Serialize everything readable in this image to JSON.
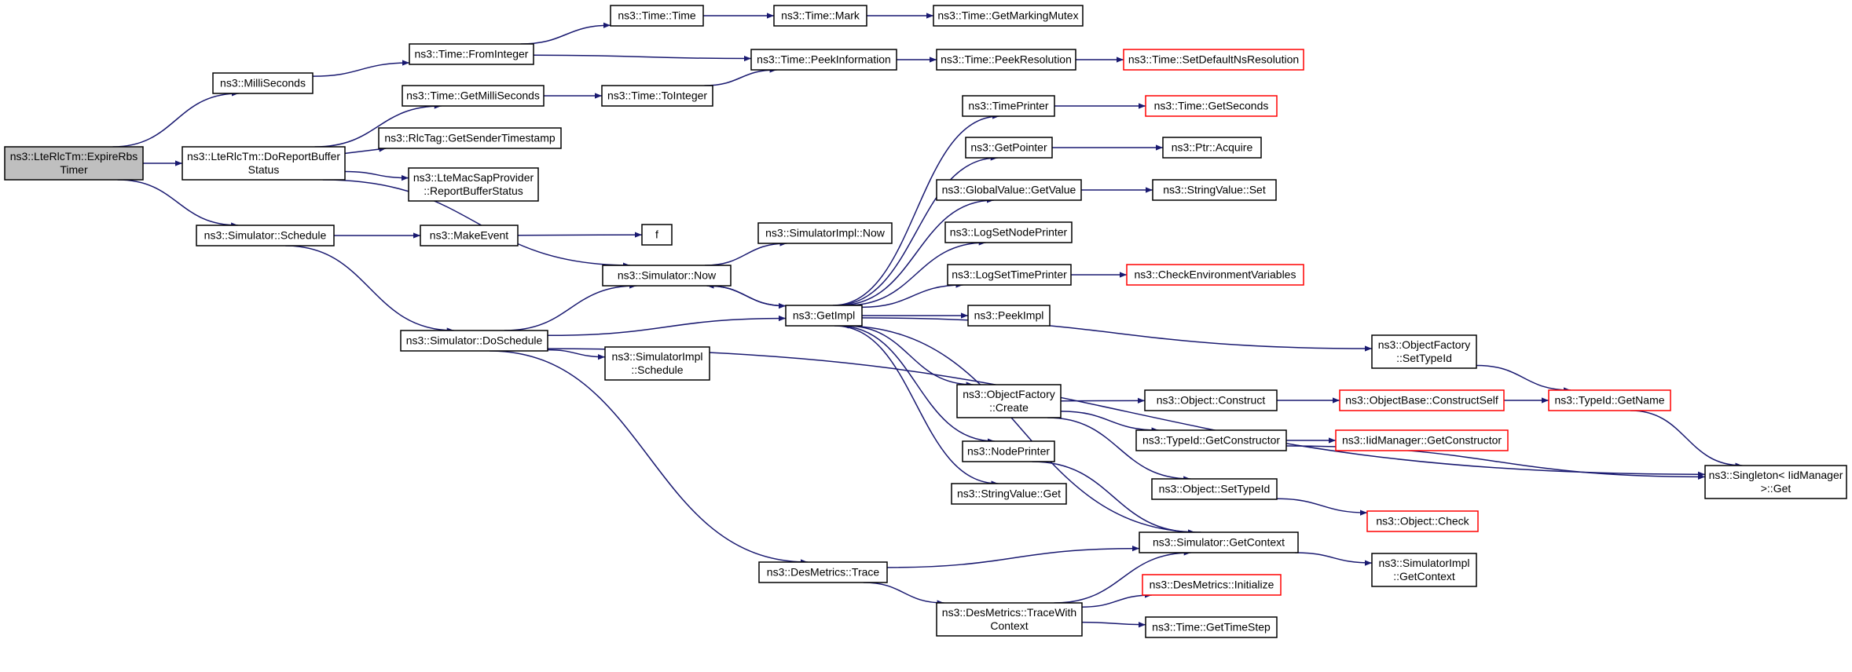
{
  "graph": {
    "nodes": [
      {
        "id": "expire",
        "lines": [
          "ns3::LteRlcTm::ExpireRbs",
          "Timer"
        ],
        "style": "root"
      },
      {
        "id": "milliseconds",
        "lines": [
          "ns3::MilliSeconds"
        ],
        "style": "normal"
      },
      {
        "id": "dorep",
        "lines": [
          "ns3::LteRlcTm::DoReportBuffer",
          "Status"
        ],
        "style": "normal"
      },
      {
        "id": "schedule",
        "lines": [
          "ns3::Simulator::Schedule"
        ],
        "style": "normal"
      },
      {
        "id": "frominteger",
        "lines": [
          "ns3::Time::FromInteger"
        ],
        "style": "normal"
      },
      {
        "id": "getms",
        "lines": [
          "ns3::Time::GetMilliSeconds"
        ],
        "style": "normal"
      },
      {
        "id": "rlctag",
        "lines": [
          "ns3::RlcTag::GetSenderTimestamp"
        ],
        "style": "normal"
      },
      {
        "id": "ltemac",
        "lines": [
          "ns3::LteMacSapProvider",
          "::ReportBufferStatus"
        ],
        "style": "normal"
      },
      {
        "id": "makeevent",
        "lines": [
          "ns3::MakeEvent"
        ],
        "style": "normal"
      },
      {
        "id": "doschedule",
        "lines": [
          "ns3::Simulator::DoSchedule"
        ],
        "style": "normal"
      },
      {
        "id": "timetime",
        "lines": [
          "ns3::Time::Time"
        ],
        "style": "normal"
      },
      {
        "id": "timemark",
        "lines": [
          "ns3::Time::Mark"
        ],
        "style": "normal"
      },
      {
        "id": "getmarkingmutex",
        "lines": [
          "ns3::Time::GetMarkingMutex"
        ],
        "style": "normal"
      },
      {
        "id": "peekinfo",
        "lines": [
          "ns3::Time::PeekInformation"
        ],
        "style": "normal"
      },
      {
        "id": "peekres",
        "lines": [
          "ns3::Time::PeekResolution"
        ],
        "style": "normal"
      },
      {
        "id": "setdefault",
        "lines": [
          "ns3::Time::SetDefaultNsResolution"
        ],
        "style": "red"
      },
      {
        "id": "tointeger",
        "lines": [
          "ns3::Time::ToInteger"
        ],
        "style": "normal"
      },
      {
        "id": "f",
        "lines": [
          "f"
        ],
        "style": "normal"
      },
      {
        "id": "simimplnow",
        "lines": [
          "ns3::SimulatorImpl::Now"
        ],
        "style": "normal"
      },
      {
        "id": "simnow",
        "lines": [
          "ns3::Simulator::Now"
        ],
        "style": "normal"
      },
      {
        "id": "getimpl",
        "lines": [
          "ns3::GetImpl"
        ],
        "style": "normal"
      },
      {
        "id": "simimplschedule",
        "lines": [
          "ns3::SimulatorImpl",
          "::Schedule"
        ],
        "style": "normal"
      },
      {
        "id": "timeprinter",
        "lines": [
          "ns3::TimePrinter"
        ],
        "style": "normal"
      },
      {
        "id": "getseconds",
        "lines": [
          "ns3::Time::GetSeconds"
        ],
        "style": "red"
      },
      {
        "id": "getpointer",
        "lines": [
          "ns3::GetPointer"
        ],
        "style": "normal"
      },
      {
        "id": "ptracquire",
        "lines": [
          "ns3::Ptr::Acquire"
        ],
        "style": "normal"
      },
      {
        "id": "globalvalue",
        "lines": [
          "ns3::GlobalValue::GetValue"
        ],
        "style": "normal"
      },
      {
        "id": "stringvalueset",
        "lines": [
          "ns3::StringValue::Set"
        ],
        "style": "normal"
      },
      {
        "id": "logsetnode",
        "lines": [
          "ns3::LogSetNodePrinter"
        ],
        "style": "normal"
      },
      {
        "id": "logsettime",
        "lines": [
          "ns3::LogSetTimePrinter"
        ],
        "style": "normal"
      },
      {
        "id": "checkenv",
        "lines": [
          "ns3::CheckEnvironmentVariables"
        ],
        "style": "red"
      },
      {
        "id": "peekimpl",
        "lines": [
          "ns3::PeekImpl"
        ],
        "style": "normal"
      },
      {
        "id": "ofsettypeid",
        "lines": [
          "ns3::ObjectFactory",
          "::SetTypeId"
        ],
        "style": "normal"
      },
      {
        "id": "ofcreate",
        "lines": [
          "ns3::ObjectFactory",
          "::Create"
        ],
        "style": "normal"
      },
      {
        "id": "objconstruct",
        "lines": [
          "ns3::Object::Construct"
        ],
        "style": "normal"
      },
      {
        "id": "constructself",
        "lines": [
          "ns3::ObjectBase::ConstructSelf"
        ],
        "style": "red"
      },
      {
        "id": "typeidgetname",
        "lines": [
          "ns3::TypeId::GetName"
        ],
        "style": "red"
      },
      {
        "id": "typeidgetctor",
        "lines": [
          "ns3::TypeId::GetConstructor"
        ],
        "style": "normal"
      },
      {
        "id": "iidgetctor",
        "lines": [
          "ns3::IidManager::GetConstructor"
        ],
        "style": "red"
      },
      {
        "id": "singleton",
        "lines": [
          "ns3::Singleton< IidManager",
          ">::Get"
        ],
        "style": "normal"
      },
      {
        "id": "nodeprinter",
        "lines": [
          "ns3::NodePrinter"
        ],
        "style": "normal"
      },
      {
        "id": "stringvalueget",
        "lines": [
          "ns3::StringValue::Get"
        ],
        "style": "normal"
      },
      {
        "id": "objsettypeid",
        "lines": [
          "ns3::Object::SetTypeId"
        ],
        "style": "normal"
      },
      {
        "id": "objcheck",
        "lines": [
          "ns3::Object::Check"
        ],
        "style": "red"
      },
      {
        "id": "getcontext",
        "lines": [
          "ns3::Simulator::GetContext"
        ],
        "style": "normal"
      },
      {
        "id": "simimplgetctx",
        "lines": [
          "ns3::SimulatorImpl",
          "::GetContext"
        ],
        "style": "normal"
      },
      {
        "id": "desinit",
        "lines": [
          "ns3::DesMetrics::Initialize"
        ],
        "style": "red"
      },
      {
        "id": "destrace",
        "lines": [
          "ns3::DesMetrics::Trace"
        ],
        "style": "normal"
      },
      {
        "id": "destracectx",
        "lines": [
          "ns3::DesMetrics::TraceWith",
          "Context"
        ],
        "style": "normal"
      },
      {
        "id": "gettimestep",
        "lines": [
          "ns3::Time::GetTimeStep"
        ],
        "style": "normal"
      }
    ],
    "edges": [
      [
        "expire",
        "milliseconds"
      ],
      [
        "expire",
        "dorep"
      ],
      [
        "expire",
        "schedule"
      ],
      [
        "milliseconds",
        "frominteger"
      ],
      [
        "frominteger",
        "timetime"
      ],
      [
        "frominteger",
        "peekinfo"
      ],
      [
        "timetime",
        "timemark"
      ],
      [
        "timemark",
        "getmarkingmutex"
      ],
      [
        "peekinfo",
        "peekres"
      ],
      [
        "peekres",
        "setdefault"
      ],
      [
        "dorep",
        "getms"
      ],
      [
        "dorep",
        "rlctag"
      ],
      [
        "dorep",
        "ltemac"
      ],
      [
        "dorep",
        "simnow"
      ],
      [
        "getms",
        "tointeger"
      ],
      [
        "tointeger",
        "peekinfo"
      ],
      [
        "schedule",
        "makeevent"
      ],
      [
        "schedule",
        "doschedule"
      ],
      [
        "makeevent",
        "f"
      ],
      [
        "doschedule",
        "simnow"
      ],
      [
        "doschedule",
        "getimpl"
      ],
      [
        "doschedule",
        "simimplschedule"
      ],
      [
        "doschedule",
        "destrace"
      ],
      [
        "doschedule",
        "singleton"
      ],
      [
        "simnow",
        "simimplnow"
      ],
      [
        "simnow",
        "getimpl"
      ],
      [
        "getimpl",
        "simnow"
      ],
      [
        "getimpl",
        "timeprinter"
      ],
      [
        "getimpl",
        "getpointer"
      ],
      [
        "getimpl",
        "globalvalue"
      ],
      [
        "getimpl",
        "logsetnode"
      ],
      [
        "getimpl",
        "logsettime"
      ],
      [
        "getimpl",
        "peekimpl"
      ],
      [
        "getimpl",
        "ofsettypeid"
      ],
      [
        "getimpl",
        "ofcreate"
      ],
      [
        "getimpl",
        "nodeprinter"
      ],
      [
        "getimpl",
        "stringvalueget"
      ],
      [
        "timeprinter",
        "getseconds"
      ],
      [
        "getpointer",
        "ptracquire"
      ],
      [
        "globalvalue",
        "stringvalueset"
      ],
      [
        "logsettime",
        "checkenv"
      ],
      [
        "ofsettypeid",
        "typeidgetname"
      ],
      [
        "ofcreate",
        "objconstruct"
      ],
      [
        "ofcreate",
        "typeidgetctor"
      ],
      [
        "ofcreate",
        "objsettypeid"
      ],
      [
        "objconstruct",
        "constructself"
      ],
      [
        "constructself",
        "typeidgetname"
      ],
      [
        "typeidgetname",
        "singleton"
      ],
      [
        "typeidgetctor",
        "iidgetctor"
      ],
      [
        "typeidgetctor",
        "singleton"
      ],
      [
        "objsettypeid",
        "objcheck"
      ],
      [
        "nodeprinter",
        "getcontext"
      ],
      [
        "getcontext",
        "getimpl"
      ],
      [
        "getcontext",
        "simimplgetctx"
      ],
      [
        "destrace",
        "getcontext"
      ],
      [
        "destrace",
        "destracectx"
      ],
      [
        "destracectx",
        "getcontext"
      ],
      [
        "destracectx",
        "desinit"
      ],
      [
        "destracectx",
        "gettimestep"
      ]
    ]
  }
}
